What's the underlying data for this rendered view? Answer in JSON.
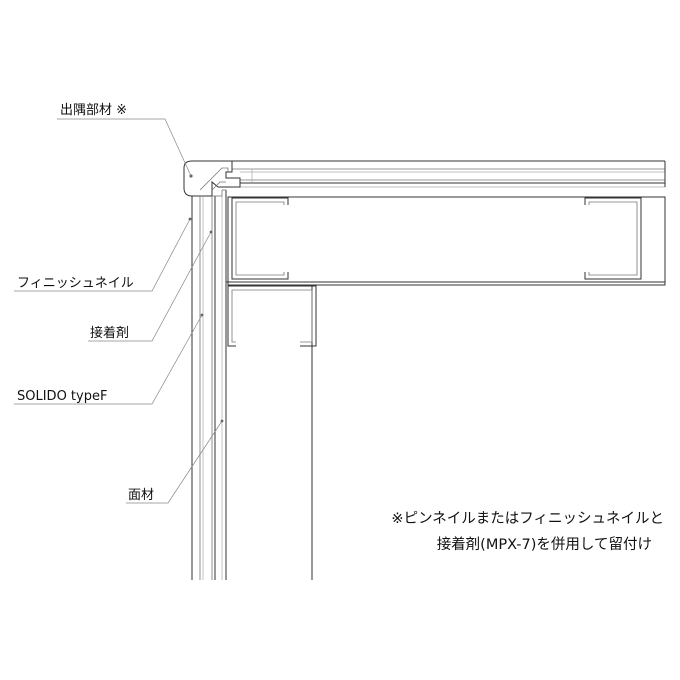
{
  "labels": {
    "corner_member": "出隅部材 ※",
    "finish_nail": "フィニッシュネイル",
    "adhesive": "接着剤",
    "product": "SOLIDO typeF",
    "face_material": "面材"
  },
  "note": {
    "line1": "※ピンネイルまたはフィニッシュネイルと",
    "line2": "接着剤(MPX-7)を併用して留付け"
  },
  "colors": {
    "line": "#333333",
    "leader": "#888888",
    "background": "#ffffff"
  }
}
